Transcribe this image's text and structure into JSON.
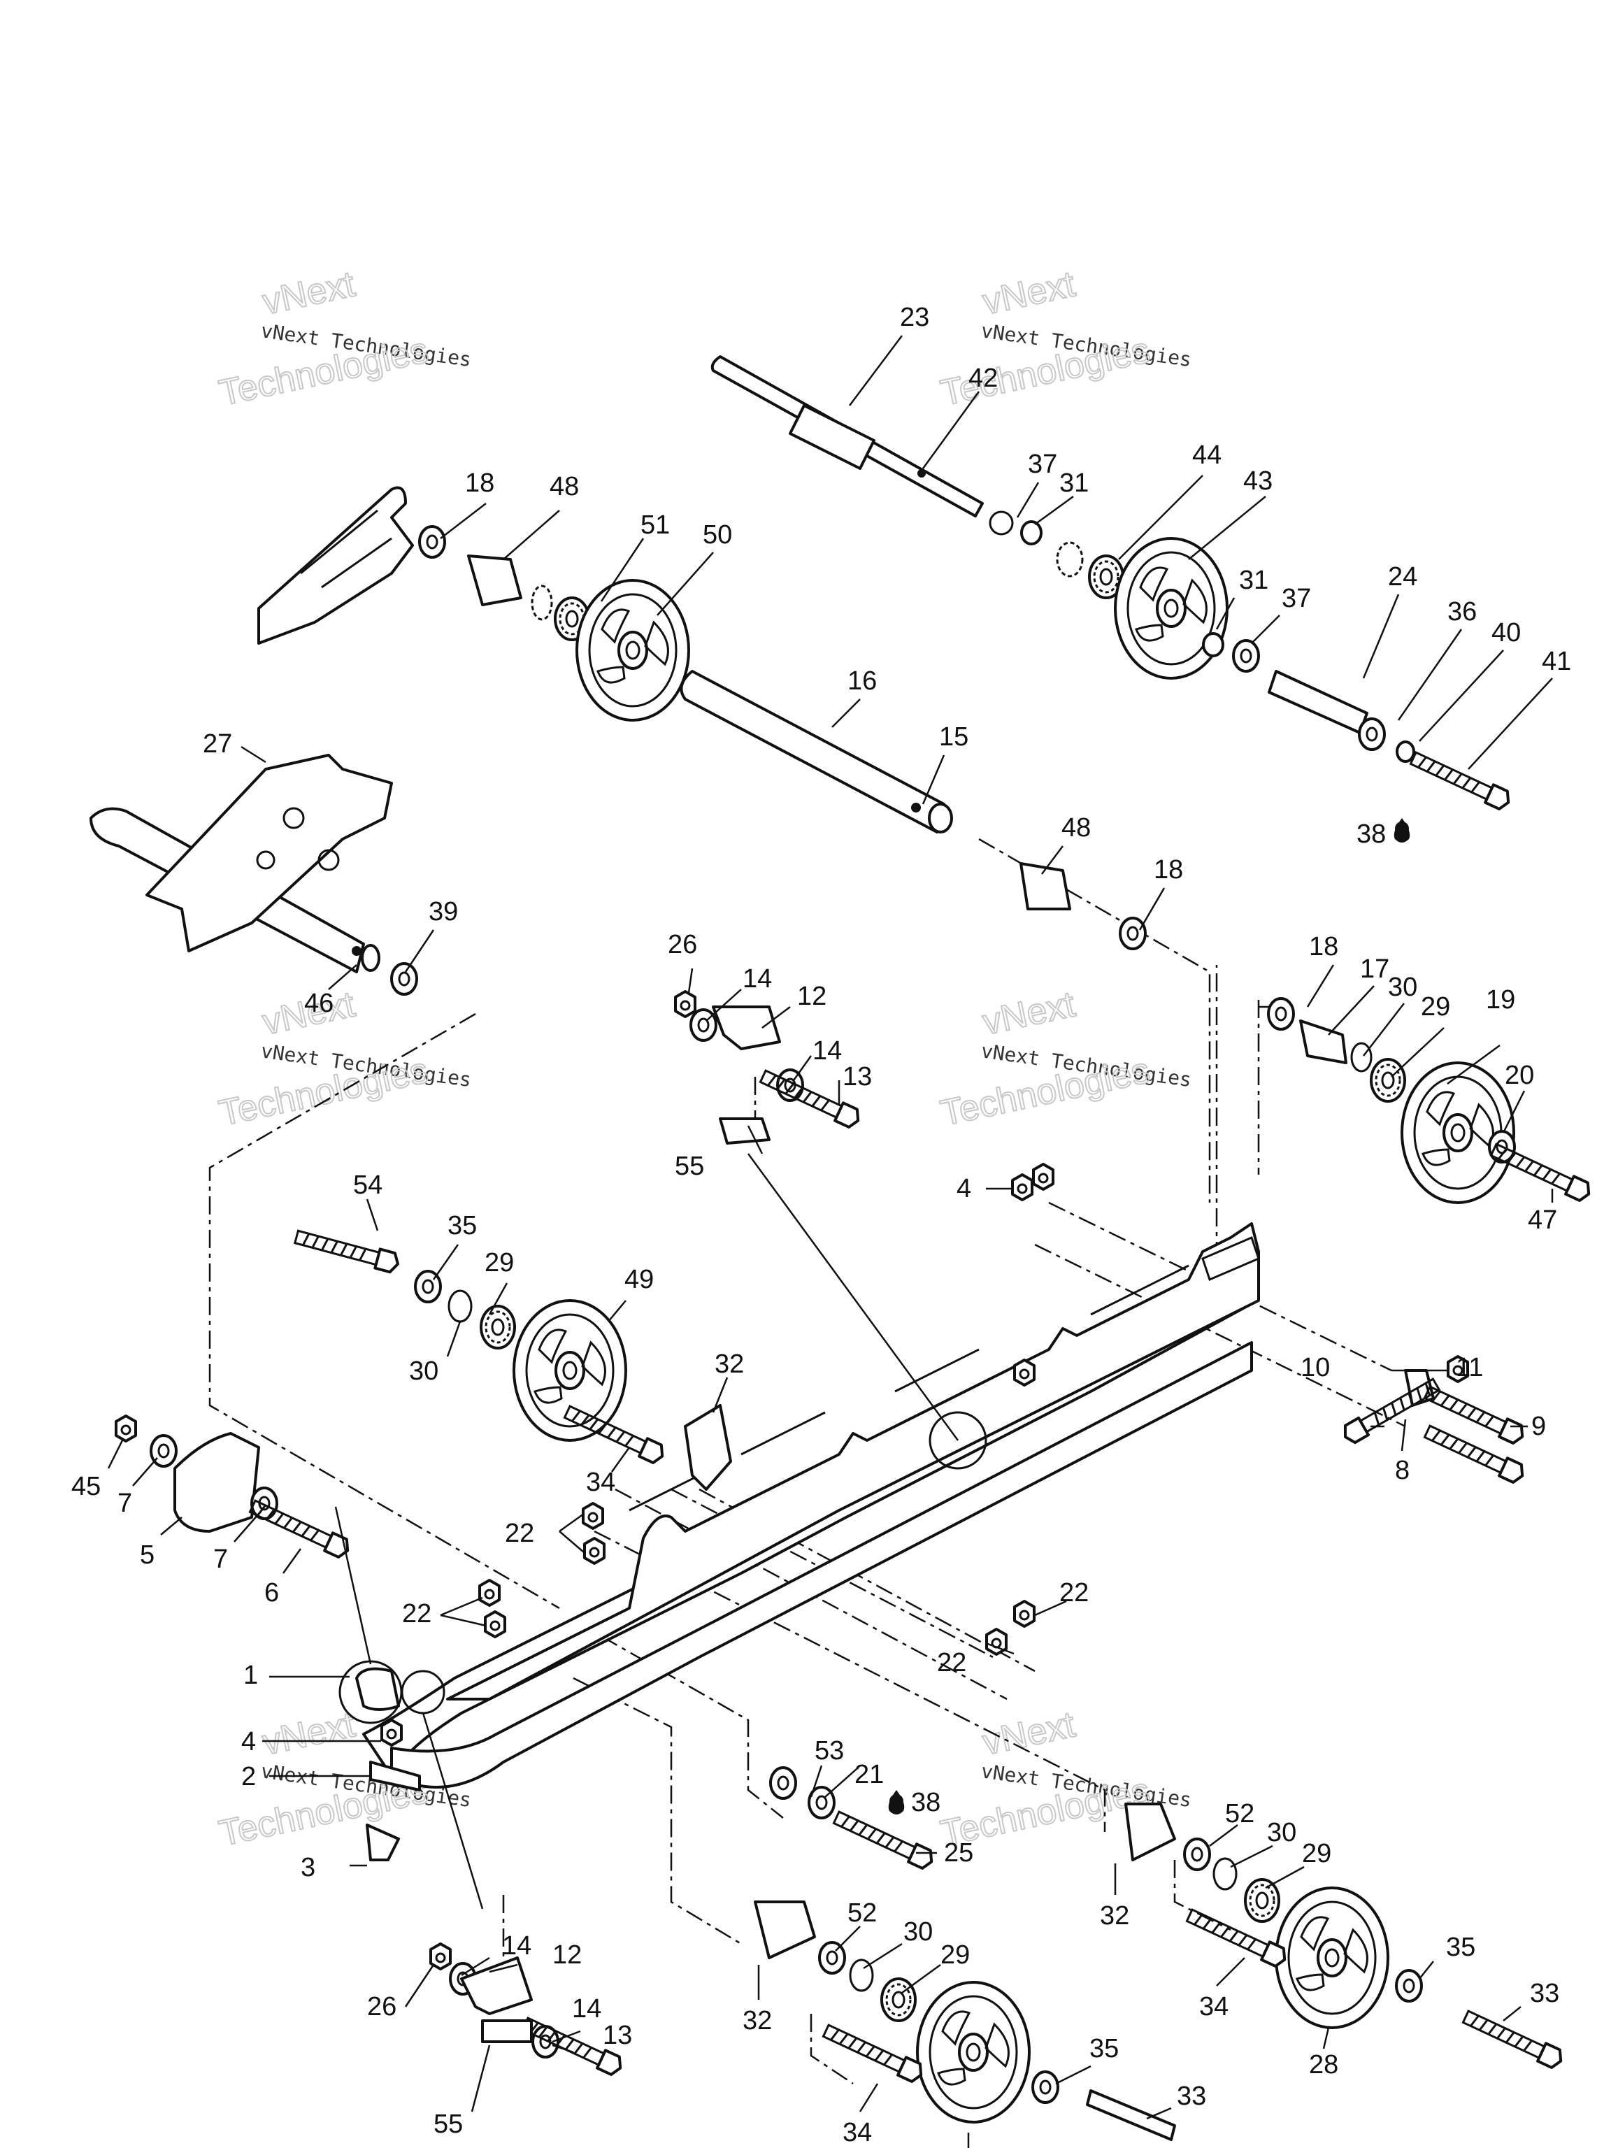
{
  "watermark": {
    "line1": "vNext",
    "line2": "vNext Technologies",
    "line3": "Technologies"
  },
  "callouts": [
    {
      "id": "c1",
      "text": "1"
    },
    {
      "id": "c2",
      "text": "2"
    },
    {
      "id": "c3",
      "text": "3"
    },
    {
      "id": "c4a",
      "text": "4"
    },
    {
      "id": "c4b",
      "text": "4"
    },
    {
      "id": "c5",
      "text": "5"
    },
    {
      "id": "c6",
      "text": "6"
    },
    {
      "id": "c7a",
      "text": "7"
    },
    {
      "id": "c7b",
      "text": "7"
    },
    {
      "id": "c8",
      "text": "8"
    },
    {
      "id": "c9",
      "text": "9"
    },
    {
      "id": "c10",
      "text": "10"
    },
    {
      "id": "c11",
      "text": "11"
    },
    {
      "id": "c12a",
      "text": "12"
    },
    {
      "id": "c12b",
      "text": "12"
    },
    {
      "id": "c13a",
      "text": "13"
    },
    {
      "id": "c13b",
      "text": "13"
    },
    {
      "id": "c14a",
      "text": "14"
    },
    {
      "id": "c14b",
      "text": "14"
    },
    {
      "id": "c14c",
      "text": "14"
    },
    {
      "id": "c14d",
      "text": "14"
    },
    {
      "id": "c15",
      "text": "15"
    },
    {
      "id": "c16",
      "text": "16"
    },
    {
      "id": "c17",
      "text": "17"
    },
    {
      "id": "c18a",
      "text": "18"
    },
    {
      "id": "c18b",
      "text": "18"
    },
    {
      "id": "c18c",
      "text": "18"
    },
    {
      "id": "c19",
      "text": "19"
    },
    {
      "id": "c20",
      "text": "20"
    },
    {
      "id": "c21",
      "text": "21"
    },
    {
      "id": "c22a",
      "text": "22"
    },
    {
      "id": "c22b",
      "text": "22"
    },
    {
      "id": "c22c",
      "text": "22"
    },
    {
      "id": "c22d",
      "text": "22"
    },
    {
      "id": "c23",
      "text": "23"
    },
    {
      "id": "c24",
      "text": "24"
    },
    {
      "id": "c25",
      "text": "25"
    },
    {
      "id": "c26a",
      "text": "26"
    },
    {
      "id": "c26b",
      "text": "26"
    },
    {
      "id": "c27",
      "text": "27"
    },
    {
      "id": "c28",
      "text": "28"
    },
    {
      "id": "c29a",
      "text": "29"
    },
    {
      "id": "c29b",
      "text": "29"
    },
    {
      "id": "c29c",
      "text": "29"
    },
    {
      "id": "c29d",
      "text": "29"
    },
    {
      "id": "c30a",
      "text": "30"
    },
    {
      "id": "c30b",
      "text": "30"
    },
    {
      "id": "c30c",
      "text": "30"
    },
    {
      "id": "c30d",
      "text": "30"
    },
    {
      "id": "c31a",
      "text": "31"
    },
    {
      "id": "c31b",
      "text": "31"
    },
    {
      "id": "c32a",
      "text": "32"
    },
    {
      "id": "c32b",
      "text": "32"
    },
    {
      "id": "c32c",
      "text": "32"
    },
    {
      "id": "c33a",
      "text": "33"
    },
    {
      "id": "c33b",
      "text": "33"
    },
    {
      "id": "c34a",
      "text": "34"
    },
    {
      "id": "c34b",
      "text": "34"
    },
    {
      "id": "c34c",
      "text": "34"
    },
    {
      "id": "c35a",
      "text": "35"
    },
    {
      "id": "c35b",
      "text": "35"
    },
    {
      "id": "c35c",
      "text": "35"
    },
    {
      "id": "c36",
      "text": "36"
    },
    {
      "id": "c37a",
      "text": "37"
    },
    {
      "id": "c37b",
      "text": "37"
    },
    {
      "id": "c38a",
      "text": "38"
    },
    {
      "id": "c38b",
      "text": "38"
    },
    {
      "id": "c39",
      "text": "39"
    },
    {
      "id": "c40",
      "text": "40"
    },
    {
      "id": "c41",
      "text": "41"
    },
    {
      "id": "c42",
      "text": "42"
    },
    {
      "id": "c43",
      "text": "43"
    },
    {
      "id": "c44",
      "text": "44"
    },
    {
      "id": "c45",
      "text": "45"
    },
    {
      "id": "c46",
      "text": "46"
    },
    {
      "id": "c47",
      "text": "47"
    },
    {
      "id": "c48a",
      "text": "48"
    },
    {
      "id": "c48b",
      "text": "48"
    },
    {
      "id": "c49",
      "text": "49"
    },
    {
      "id": "c50",
      "text": "50"
    },
    {
      "id": "c51",
      "text": "51"
    },
    {
      "id": "c52a",
      "text": "52"
    },
    {
      "id": "c52b",
      "text": "52"
    },
    {
      "id": "c53",
      "text": "53"
    },
    {
      "id": "c54",
      "text": "54"
    },
    {
      "id": "c55a",
      "text": "55"
    },
    {
      "id": "c55b",
      "text": "55"
    }
  ]
}
